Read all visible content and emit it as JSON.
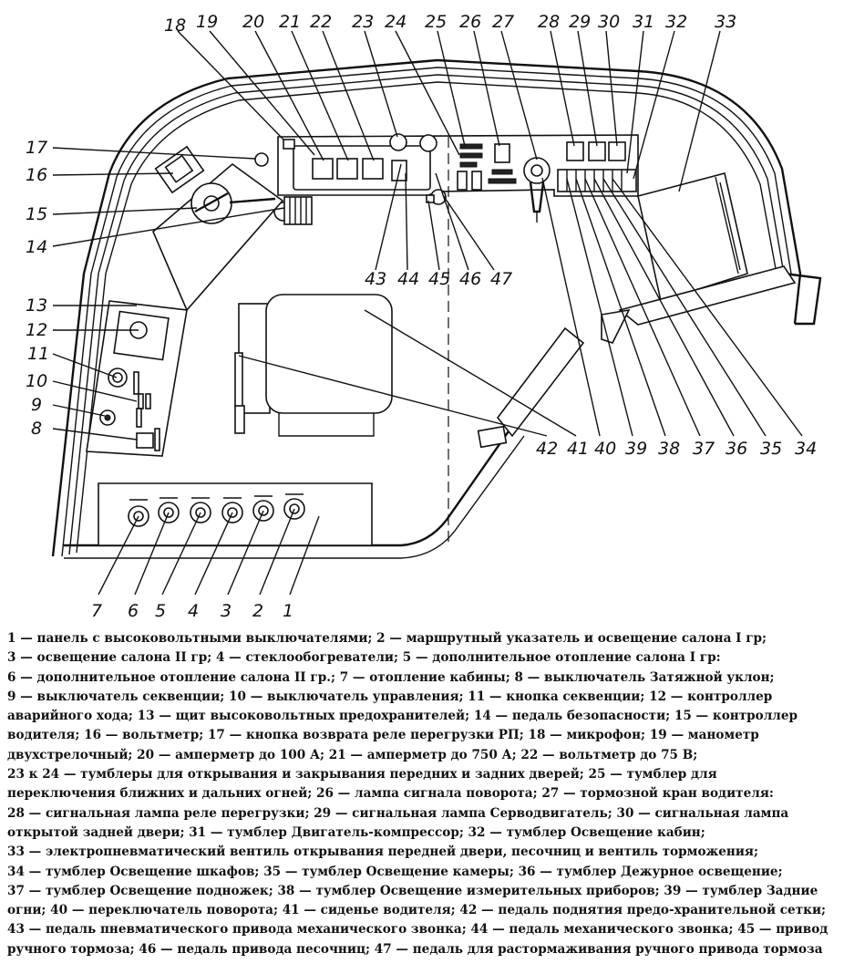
{
  "labels": {
    "top": [
      "18",
      "19",
      "20",
      "21",
      "22",
      "23",
      "24",
      "25",
      "26",
      "27",
      "28",
      "29",
      "30",
      "31",
      "32",
      "33"
    ],
    "left": [
      "17",
      "16",
      "15",
      "14",
      "13",
      "12",
      "11",
      "10",
      "9",
      "8"
    ],
    "bottom": [
      "7",
      "6",
      "5",
      "4",
      "3",
      "2",
      "1"
    ],
    "mid": [
      "43",
      "44",
      "45",
      "46",
      "47"
    ],
    "right": [
      "42",
      "41",
      "40",
      "39",
      "38",
      "37",
      "36",
      "35",
      "34"
    ]
  },
  "caption_lines": [
    "1 — панель с высоковольтными выключателями; 2 — маршрутный указатель и освещение салона I гр;",
    "3 — освещение салона II гр; 4 — стеклообогреватели; 5 — дополнительное отопление салона I гр:",
    "6 — дополнительное отопление салона II гр.; 7 — отопление кабины; 8 — выключатель Затяжной уклон;",
    "9 — выключатель секвенции; 10 — выключатель управления; 11 — кнопка секвенции; 12 — контроллер",
    "аварийного хода; 13 — щит высоковольтных предохранителей; 14 — педаль безопасности; 15 — контроллер",
    "водителя; 16 — вольтметр; 17 — кнопка возврата реле перегрузки РП; 18 — микрофон; 19 — манометр",
    "двухстрелочный; 20 — амперметр до 100 А; 21 — амперметр до 750 А; 22 — вольтметр до 75 В;",
    "23 к 24 — тумблеры для открывания и закрывания передних и задних дверей; 25 — тумблер для",
    "переключения ближних и дальних огней; 26 — лампа сигнала поворота; 27 — тормозной кран водителя:",
    "28 — сигнальная лампа реле перегрузки; 29 — сигнальная лампа Серводвигатель; 30 — сигнальная лампа",
    "открытой задней двери; 31 — тумблер Двигатель-компрессор; 32 — тумблер Освещение кабин;",
    "33 — электропневматический вентиль открывания передней двери, песочниц и вентиль торможения;",
    "34 — тумблер Освещение шкафов; 35 — тумблер Освещение камеры; 36 — тумблер Дежурное освещение;",
    "37 — тумблер Освещение подножек; 38 — тумблер Освещение измерительных приборов; 39 — тумблер Задние",
    "огни; 40 — переключатель поворота; 41 — сиденье водителя; 42 — педаль поднятия предо-хранительной сетки;",
    "43 — педаль пневматического привода механического звонка; 44 — педаль механического звонка; 45 — привод",
    "ручного тормоза; 46 — педаль привода песочниц; 47 — педаль для растормаживания ручного привода тормоза"
  ]
}
